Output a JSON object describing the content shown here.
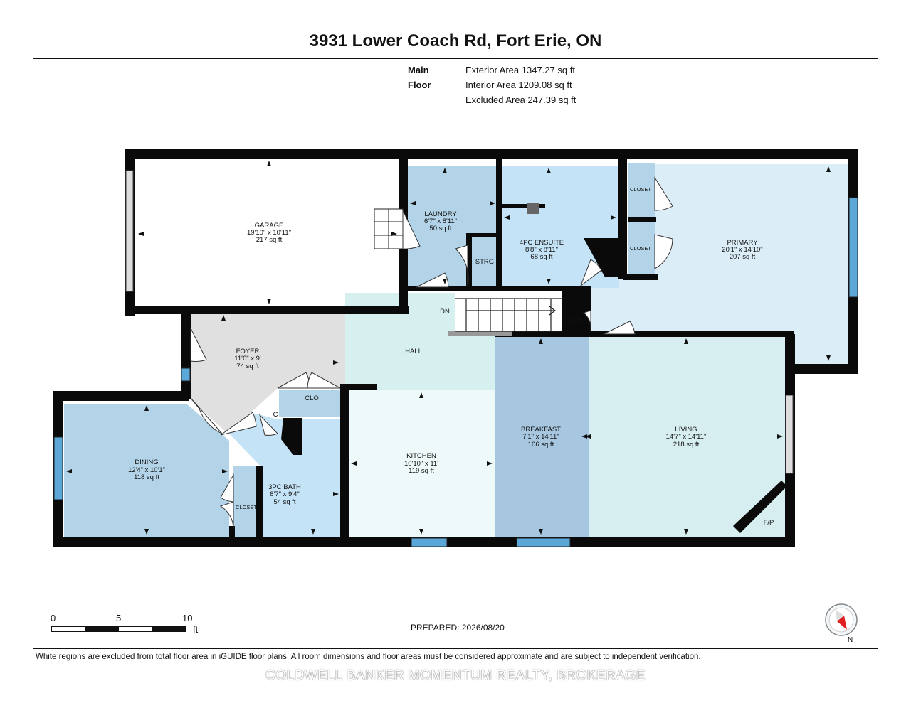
{
  "title": "3931 Lower Coach Rd, Fort Erie, ON",
  "floor": {
    "name": "Main Floor",
    "exterior_area": "Exterior Area 1347.27 sq ft",
    "interior_area": "Interior Area 1209.08 sq ft",
    "excluded_area": "Excluded Area 247.39 sq ft"
  },
  "rooms": {
    "garage": {
      "name": "GARAGE",
      "dims": "19'10\" x 10'11\"",
      "area": "217 sq ft"
    },
    "laundry": {
      "name": "LAUNDRY",
      "dims": "6'7\" x 8'11\"",
      "area": "50 sq ft"
    },
    "ensuite": {
      "name": "4PC ENSUITE",
      "dims": "8'8\" x 8'11\"",
      "area": "68 sq ft"
    },
    "primary": {
      "name": "PRIMARY",
      "dims": "20'1\" x 14'10\"",
      "area": "207 sq ft"
    },
    "foyer": {
      "name": "FOYER",
      "dims": "11'6\" x 9'",
      "area": "74 sq ft"
    },
    "hall": {
      "name": "HALL"
    },
    "dining": {
      "name": "DINING",
      "dims": "12'4\" x 10'1\"",
      "area": "118 sq ft"
    },
    "bath3": {
      "name": "3PC BATH",
      "dims": "8'7\" x 9'4\"",
      "area": "54 sq ft"
    },
    "kitchen": {
      "name": "KITCHEN",
      "dims": "10'10\" x 11'",
      "area": "119 sq ft"
    },
    "breakfast": {
      "name": "BREAKFAST",
      "dims": "7'1\" x 14'11\"",
      "area": "106 sq ft"
    },
    "living": {
      "name": "LIVING",
      "dims": "14'7\" x 14'11\"",
      "area": "218 sq ft"
    }
  },
  "small_labels": {
    "closet": "CLOSET",
    "clo": "CLO",
    "strg": "STRG",
    "c": "C",
    "dn": "DN",
    "fp": "F/P"
  },
  "scale": {
    "ticks": [
      "0",
      "5",
      "10"
    ],
    "unit": "ft"
  },
  "prepared": "PREPARED: 2026/08/20",
  "disclaimer": "White regions are excluded from total floor area in iGUIDE floor plans. All room dimensions and floor areas must be considered approximate and are subject to independent verification.",
  "watermark": "COLDWELL BANKER MOMENTUM REALTY, BROKERAGE",
  "compass_label": "N",
  "colors": {
    "wall": "#0a0a0a",
    "room_blue_dark": "#b3d4e8",
    "room_blue_light": "#dbeef8",
    "room_blue_mid": "#c5e3f7",
    "room_gray": "#e0e0e0",
    "hall": "#d6f0f0",
    "kitchen": "#eefafa",
    "breakfast": "#a7c7e0",
    "living": "#d6eef0",
    "window": "#5aa7d8",
    "compass_arrow": "#e02020"
  }
}
